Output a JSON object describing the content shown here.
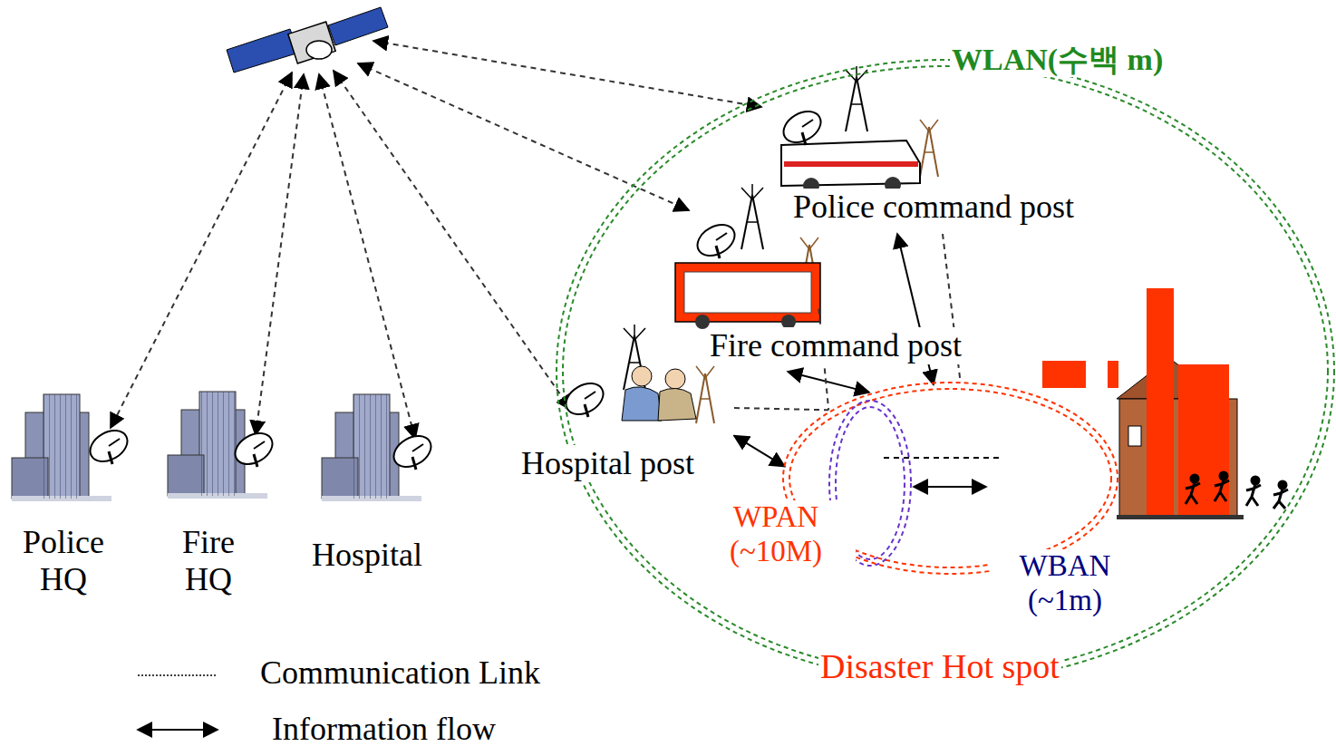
{
  "diagram": {
    "nodes": [
      {
        "text": [
          "WLAN(수백 m)"
        ]
      },
      {
        "text": [
          "Police command post"
        ],
        "in": 0
      },
      {
        "text": [
          "Fire command post"
        ],
        "in": 0
      },
      {
        "text": [
          "Hospital post"
        ],
        "in": 0
      },
      {
        "text": [
          "WPAN (~10M)"
        ],
        "in": 0
      },
      {
        "text": [
          "WBAN (~1m)"
        ],
        "in": 4
      },
      {
        "text": [
          "Police HQ"
        ]
      },
      {
        "text": [
          "Fire HQ"
        ]
      },
      {
        "text": [
          "Hospital"
        ]
      }
    ],
    "edges": [
      {
        "from": 1,
        "to": 4,
        "arrow": "both"
      },
      {
        "from": 2,
        "to": 4,
        "arrow": "both"
      },
      {
        "from": 3,
        "to": 4,
        "arrow": "both"
      },
      {
        "from": 1,
        "to": 4,
        "arrow": "none"
      },
      {
        "from": 2,
        "to": 4,
        "arrow": "none"
      },
      {
        "from": 3,
        "to": 4,
        "arrow": "none"
      }
    ],
    "labels": [
      "Disaster Hot spot"
    ],
    "legend": [
      {
        "text": "Communication Link"
      },
      {
        "text": "Information flow"
      }
    ]
  }
}
